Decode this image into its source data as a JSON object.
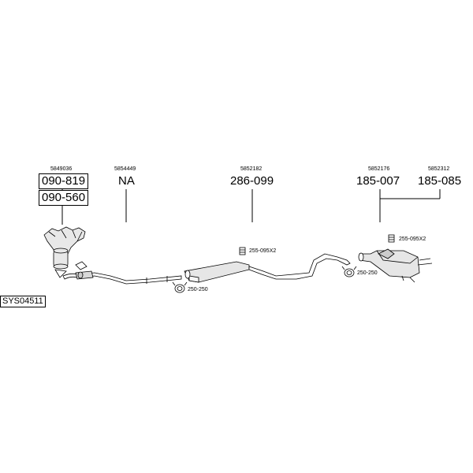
{
  "diagram": {
    "system_code": "SYS04511",
    "parts": [
      {
        "oe": "5849036",
        "numbers": [
          "090-819",
          "090-560"
        ]
      },
      {
        "oe": "5854449",
        "numbers": [
          "NA"
        ]
      },
      {
        "oe": "5852182",
        "numbers": [
          "286-099"
        ]
      },
      {
        "oe": "5852176",
        "numbers": [
          "185-007"
        ]
      },
      {
        "oe": "5852312",
        "numbers": [
          "185-085"
        ]
      }
    ],
    "accessories": [
      {
        "label": "255-095X2"
      },
      {
        "label": "250-250"
      },
      {
        "label": "255-095X2"
      },
      {
        "label": "250-250"
      }
    ]
  }
}
